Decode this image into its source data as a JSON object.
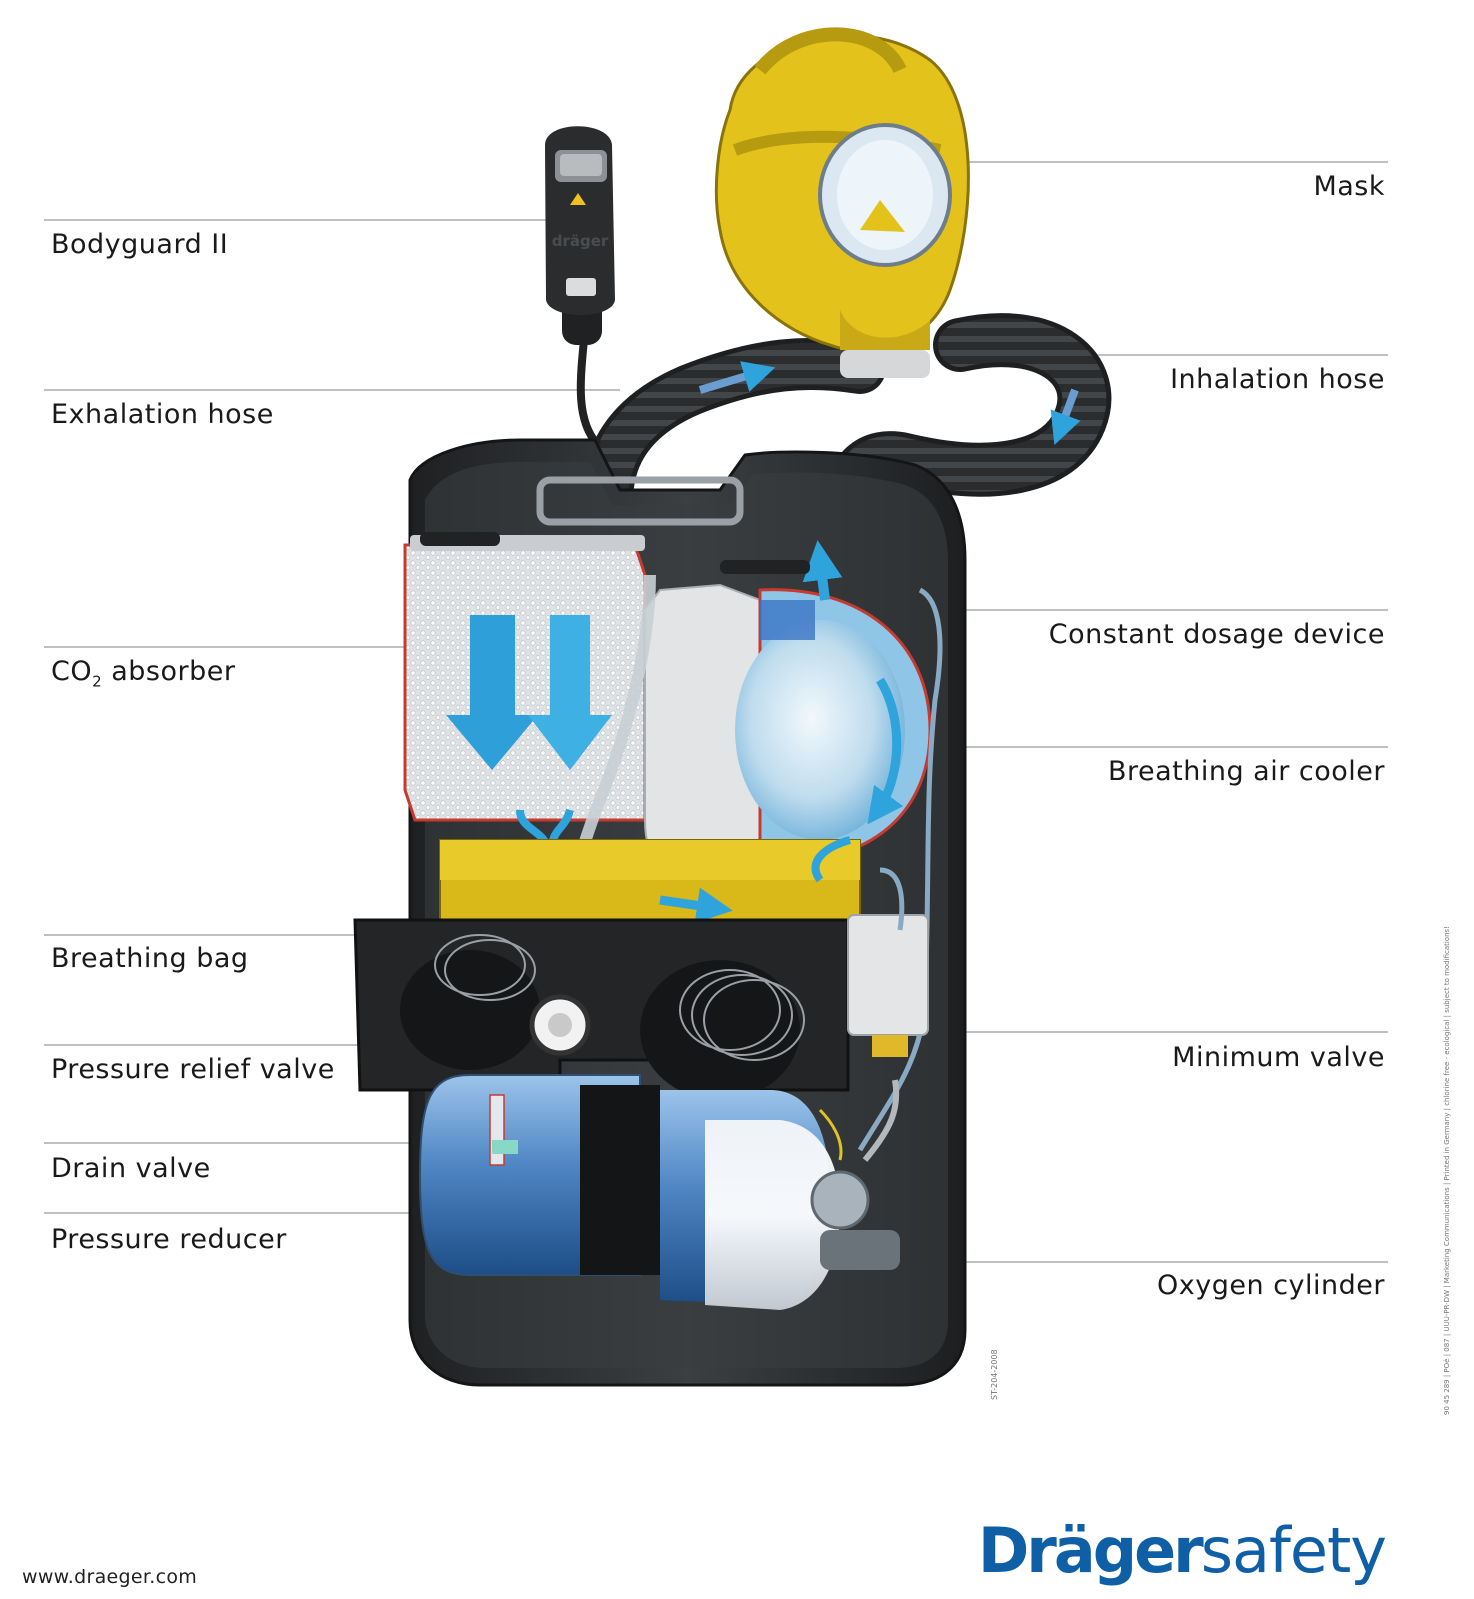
{
  "labels": {
    "bodyguard": "Bodyguard II",
    "exhalation_hose": "Exhalation hose",
    "co2_absorber_main": "CO",
    "co2_absorber_sub": "2",
    "co2_absorber_rest": " absorber",
    "breathing_bag": "Breathing bag",
    "pressure_relief_valve": "Pressure relief valve",
    "drain_valve": "Drain valve",
    "pressure_reducer": "Pressure reducer",
    "mask": "Mask",
    "inhalation_hose": "Inhalation hose",
    "constant_dosage_device": "Constant dosage device",
    "breathing_air_cooler": "Breathing air cooler",
    "minimum_valve": "Minimum valve",
    "oxygen_cylinder": "Oxygen cylinder"
  },
  "device": {
    "logo_text": "dräger"
  },
  "footer": {
    "url": "www.draeger.com",
    "brand_bold": "Dräger",
    "brand_light": "safety"
  },
  "notes": {
    "side": "90 45 289 | POé | 087 | UUU-PR-DW | Marketing Communications | Printed in Germany | chlorine free - ecological | subject to modifications!",
    "stamp": "ST-204-2008"
  },
  "colors": {
    "housing": "#2b2d2f",
    "mask_yellow": "#e3c21b",
    "flow_blue": "#2ea3dc",
    "cylinder_blue": "#4f86c4",
    "brand_blue": "#0f5fa6"
  }
}
